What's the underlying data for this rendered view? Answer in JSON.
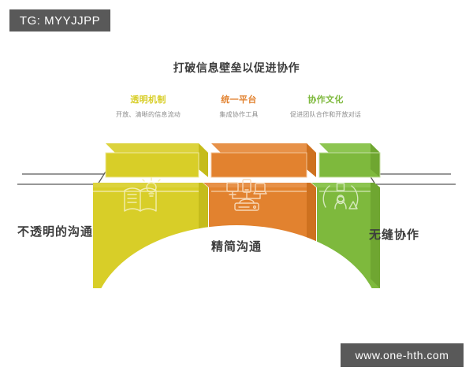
{
  "overlays": {
    "tg_badge": "TG: MYYJJPP",
    "site_badge": "www.one-hth.com"
  },
  "title": "打破信息壁垒以促进协作",
  "columns": [
    {
      "title": "透明机制",
      "subtitle": "开放、清晰的信息流动",
      "color": "#D8CE28",
      "icon": "open-book-lightbulb-icon"
    },
    {
      "title": "统一平台",
      "subtitle": "集成协作工具",
      "color": "#E2822F",
      "icon": "connected-devices-icon"
    },
    {
      "title": "协作文化",
      "subtitle": "促进团队合作和开放对话",
      "color": "#7EB93D",
      "icon": "team-collaboration-icon"
    }
  ],
  "ground_labels": {
    "left": "不透明的沟通",
    "center": "精简沟通",
    "right": "无缝协作"
  },
  "palette": {
    "yellow": "#D8CE28",
    "yellow_top": "#DCD33C",
    "yellow_side": "#C5BC1C",
    "orange": "#E2822F",
    "orange_top": "#E79148",
    "orange_side": "#CE711F",
    "green": "#7EB93D",
    "green_top": "#8DC551",
    "green_side": "#6FA631",
    "ground_line": "#595959",
    "text_dark": "#3d3d3d",
    "text_muted": "#8c8c8c",
    "badge_bg": "#595959"
  }
}
